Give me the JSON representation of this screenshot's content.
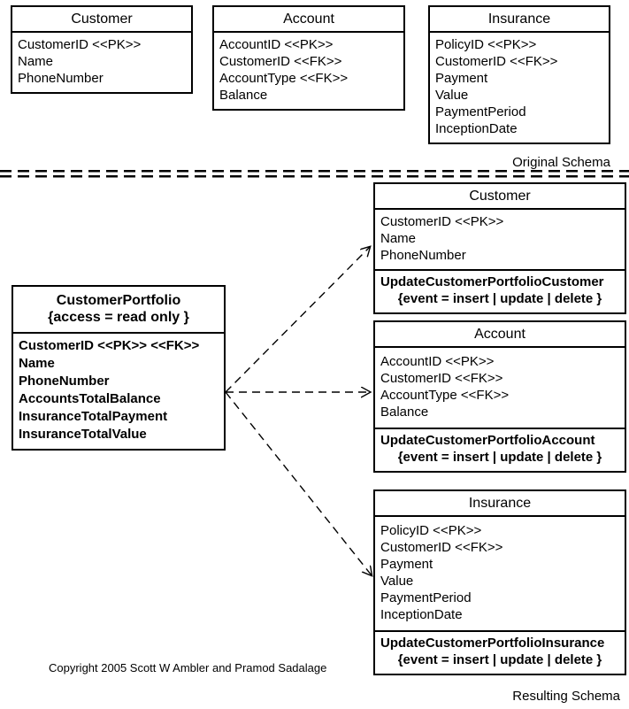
{
  "colors": {
    "line": "#000000",
    "background": "#ffffff"
  },
  "original_schema": {
    "label": "Original Schema",
    "tables": [
      {
        "title": "Customer",
        "attributes": [
          "CustomerID <<PK>>",
          "Name",
          "PhoneNumber"
        ]
      },
      {
        "title": "Account",
        "attributes": [
          "AccountID <<PK>>",
          "CustomerID <<FK>>",
          "AccountType <<FK>>",
          "Balance"
        ]
      },
      {
        "title": "Insurance",
        "attributes": [
          "PolicyID <<PK>>",
          "CustomerID <<FK>>",
          "Payment",
          "Value",
          "PaymentPeriod",
          "InceptionDate"
        ]
      }
    ]
  },
  "resulting_schema": {
    "label": "Resulting Schema",
    "portfolio": {
      "title": "CustomerPortfolio",
      "subtitle": "{access = read only }",
      "attributes": [
        "CustomerID <<PK>> <<FK>>",
        "Name",
        "PhoneNumber",
        "AccountsTotalBalance",
        "InsuranceTotalPayment",
        "InsuranceTotalValue"
      ]
    },
    "tables": [
      {
        "title": "Customer",
        "attributes": [
          "CustomerID <<PK>>",
          "Name",
          "PhoneNumber"
        ],
        "trigger": "UpdateCustomerPortfolioCustomer",
        "trigger_event": "{event = insert | update | delete }"
      },
      {
        "title": "Account",
        "attributes": [
          "AccountID <<PK>>",
          "CustomerID <<FK>>",
          "AccountType <<FK>>",
          "Balance"
        ],
        "trigger": "UpdateCustomerPortfolioAccount",
        "trigger_event": "{event = insert | update | delete }"
      },
      {
        "title": "Insurance",
        "attributes": [
          "PolicyID <<PK>>",
          "CustomerID <<FK>>",
          "Payment",
          "Value",
          "PaymentPeriod",
          "InceptionDate"
        ],
        "trigger": "UpdateCustomerPortfolioInsurance",
        "trigger_event": "{event = insert | update | delete }"
      }
    ]
  },
  "copyright": "Copyright 2005 Scott W Ambler and Pramod Sadalage"
}
